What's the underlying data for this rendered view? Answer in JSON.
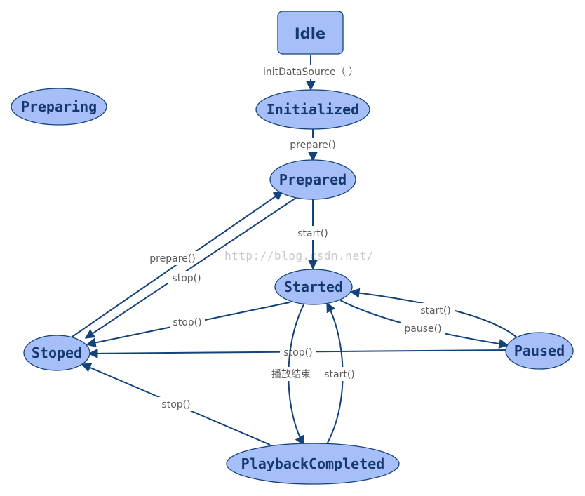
{
  "states": {
    "idle": "Idle",
    "initialized": "Initialized",
    "preparing": "Preparing",
    "prepared": "Prepared",
    "started": "Started",
    "paused": "Paused",
    "stoped": "Stoped",
    "playback_completed": "PlaybackCompleted"
  },
  "transitions": {
    "idle_to_initialized": "initDataSource（ ）",
    "initialized_to_prepared": "prepare()",
    "prepared_to_started": "start()",
    "stoped_to_prepared": "prepare()",
    "prepared_to_stoped": "stop()",
    "started_to_stoped": "stop()",
    "paused_to_stoped": "stop()",
    "started_to_paused": "pause()",
    "paused_to_started": "start()",
    "started_to_completed": "播放结束",
    "completed_to_started": "start()",
    "completed_to_stoped": "stop()"
  },
  "watermark": "http://blog.csdn.net/",
  "colors": {
    "node_fill": "#a6bff9",
    "node_stroke": "#14427a",
    "node_text": "#15386d",
    "edge": "#14427a",
    "edge_text": "#5a5a5a"
  }
}
